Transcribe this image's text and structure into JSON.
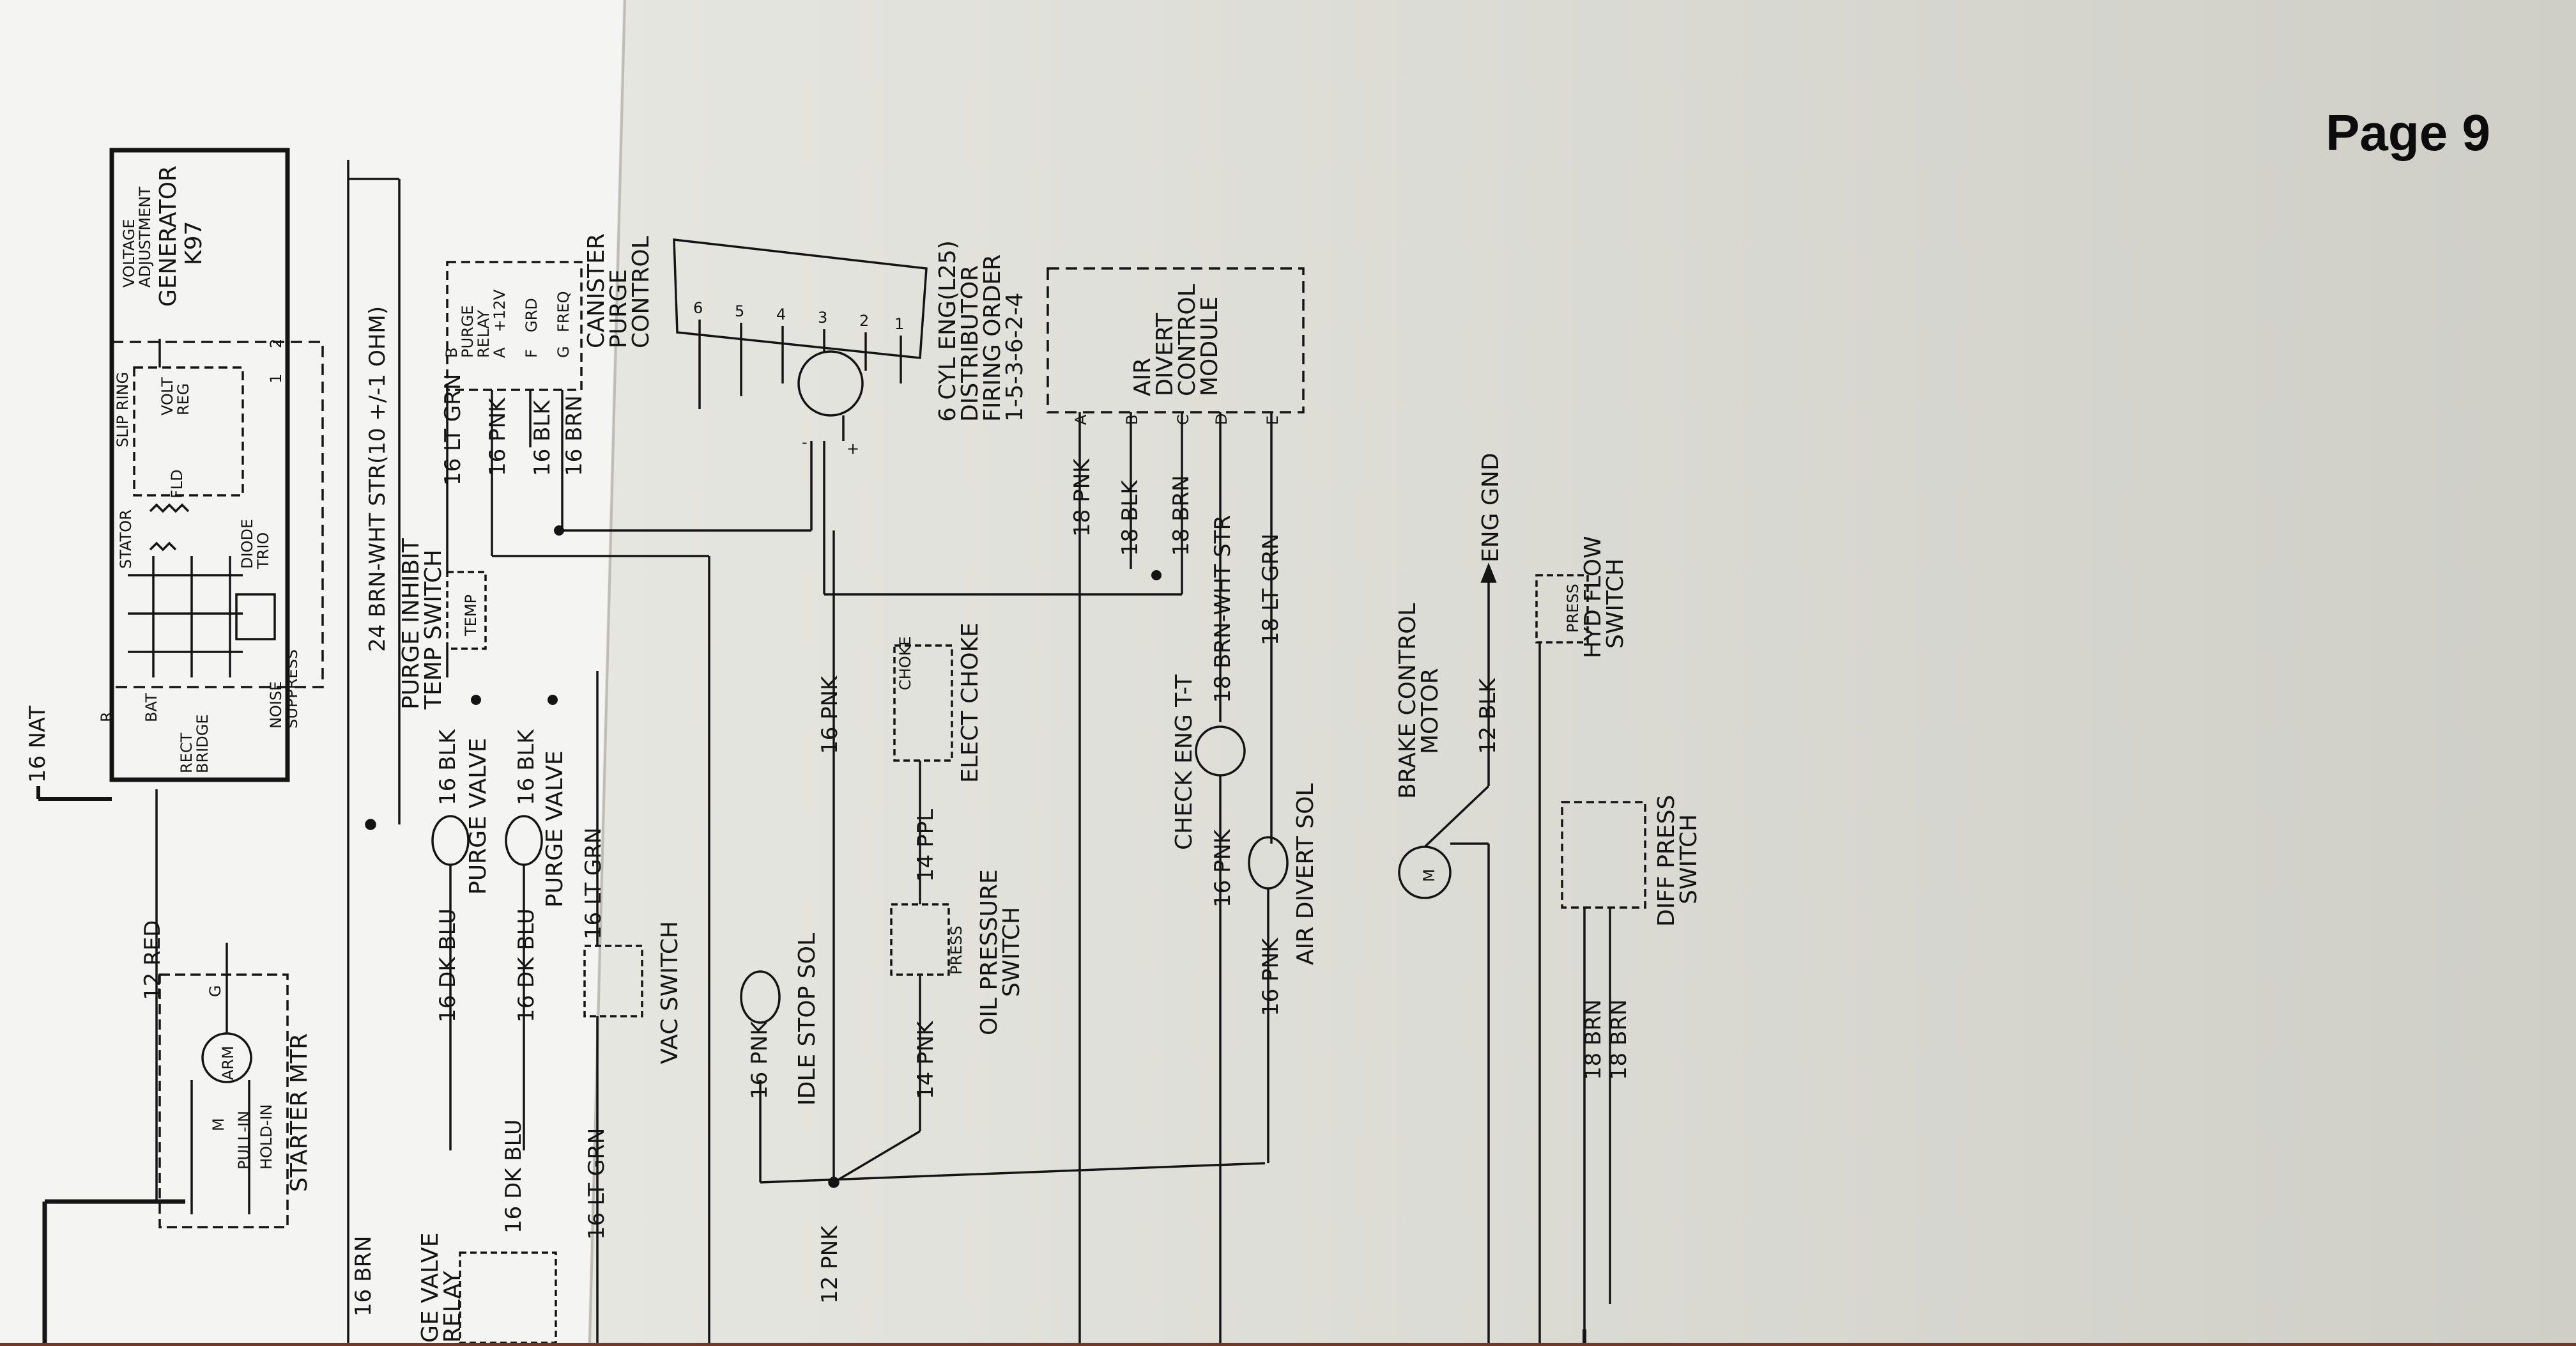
{
  "page": {
    "number_label": "Page 9"
  },
  "colors": {
    "paper_left": "#f4f4f2",
    "paper_right": "#dcdcd6",
    "ink": "#141414",
    "background": "#6f3a2a"
  },
  "components": {
    "generator": {
      "name": "GENERATOR",
      "model": "K97",
      "voltage_adjustment": "VOLTAGE",
      "voltage_adjustment_2": "ADJUSTMENT",
      "slip_ring": "SLIP RING",
      "volt_reg_1": "VOLT",
      "volt_reg_2": "REG",
      "fld": "FLD",
      "stator": "STATOR",
      "diode_trio_1": "DIODE",
      "diode_trio_2": "TRIO",
      "rect_bridge_1": "RECT",
      "rect_bridge_2": "BRIDGE",
      "noise_suppress_1": "NOISE",
      "noise_suppress_2": "SUPPRESS",
      "term_r": "R",
      "term_bat": "BAT",
      "term_1": "1",
      "term_2": "2"
    },
    "starter": {
      "name": "STARTER MTR",
      "arm": "ARM",
      "pull_in": "PULL-IN",
      "hold_in": "HOLD-IN",
      "m": "M",
      "g": "G"
    },
    "purge_inhibit": {
      "line1": "PURGE INHIBIT",
      "line2": "TEMP SWITCH",
      "temp": "TEMP"
    },
    "purge_valve_1": "PURGE VALVE",
    "purge_valve_2": "PURGE VALVE",
    "vac_switch": "VAC SWITCH",
    "purge_relay_left_1": "GE VALVE",
    "purge_relay_left_2": "RELAY",
    "canister": {
      "line1": "CANISTER",
      "line2": "PURGE",
      "line3": "CONTROL",
      "b": "B",
      "purge_relay_1": "PURGE",
      "purge_relay_2": "RELAY",
      "a": "A",
      "v12": "+12V",
      "f": "F",
      "grd": "GRD",
      "g": "G",
      "freq": "FREQ"
    },
    "distributor": {
      "line1": "6 CYL ENG(L25)",
      "line2": "DISTRIBUTOR",
      "line3": "FIRING ORDER",
      "line4": "1-5-3-6-2-4",
      "cyl": [
        "6",
        "5",
        "4",
        "3",
        "2",
        "1"
      ],
      "minus": "-",
      "plus": "+"
    },
    "air_divert_module": {
      "line1": "AIR",
      "line2": "DIVERT",
      "line3": "CONTROL",
      "line4": "MODULE",
      "pins": [
        "A",
        "B",
        "C",
        "D",
        "E"
      ]
    },
    "idle_stop_sol": "IDLE STOP SOL",
    "oil_pressure_switch": {
      "line1": "OIL PRESSURE",
      "line2": "SWITCH",
      "press": "PRESS"
    },
    "elect_choke": {
      "name": "ELECT CHOKE",
      "choke": "CHOKE"
    },
    "check_eng": {
      "name": "CHECK ENG T-T"
    },
    "air_divert_sol": "AIR DIVERT SOL",
    "brake_control": {
      "line1": "BRAKE CONTROL",
      "line2": "MOTOR",
      "m": "M"
    },
    "eng_gnd": "ENG GND",
    "hyd_flow": {
      "line1": "HYD FLOW",
      "line2": "SWITCH",
      "press": "PRESS"
    },
    "diff_press": {
      "line1": "DIFF PRESS",
      "line2": "SWITCH"
    }
  },
  "wires": {
    "w16nat": "16 NAT",
    "w12red": "12 RED",
    "w16brn_a": "16 BRN",
    "w24brnwht": "24 BRN-WHT STR(10 +/-1 OHM)",
    "w16ltgrn_a": "16 LT GRN",
    "w16pnk_a": "16 PNK",
    "w16blk_a": "16 BLK",
    "w16brn_b": "16 BRN",
    "w16blk_b": "16 BLK",
    "w16dkblu_a": "16 DK BLU",
    "w16blk_c": "16 BLK",
    "w16dkblu_b": "16 DK BLU",
    "w16ltgrn_b": "16 LT GRN",
    "w16dkblu_c": "16 DK BLU",
    "w16ltgrn_c": "16 LT GRN",
    "w16pnk_b": "16 PNK",
    "w16pnk_c": "16 PNK",
    "w12pnk": "12 PNK",
    "w14ppl": "14 PPL",
    "w14pnk": "14 PNK",
    "w18pnk": "18 PNK",
    "w18blk": "18 BLK",
    "w18brn": "18 BRN",
    "w18brnwht": "18 BRN-WHT STR",
    "w18ltgrn": "18 LT GRN",
    "w16pnk_d": "16 PNK",
    "w16pnk_e": "16 PNK",
    "w12blk": "12 BLK",
    "w18brn_a": "18 BRN",
    "w18brn_b": "18 BRN"
  }
}
